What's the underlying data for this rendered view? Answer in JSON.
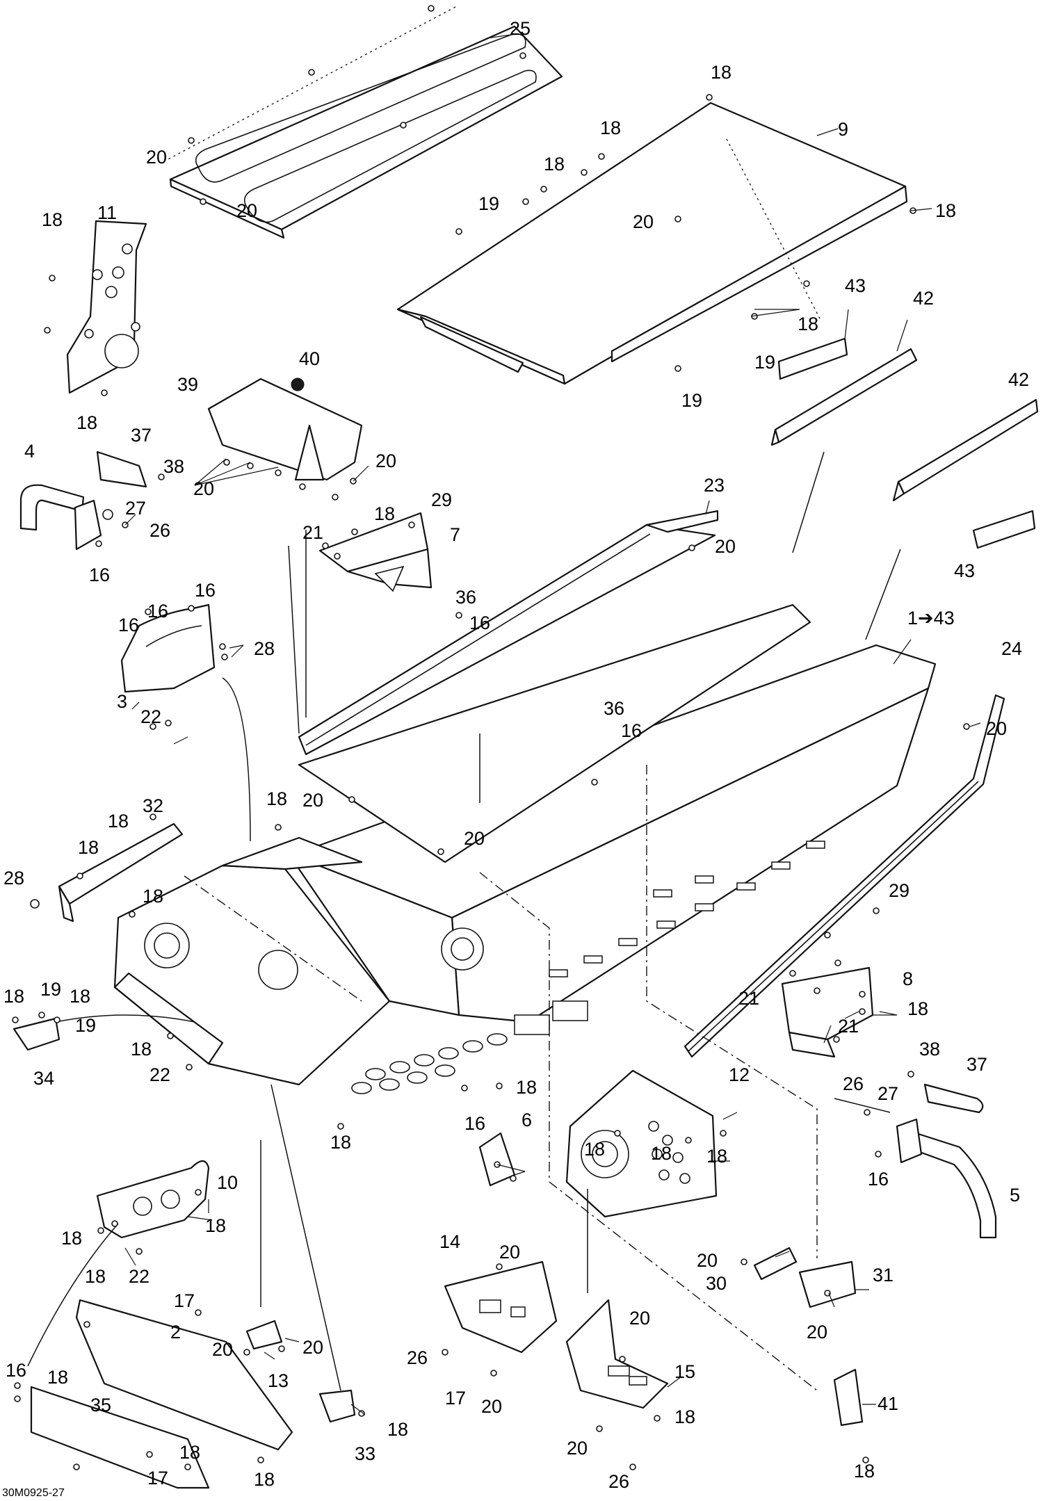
{
  "figure": {
    "reference_code": "30M0925-27"
  },
  "callouts": [
    {
      "id": "c25",
      "label": "25"
    },
    {
      "id": "c20a",
      "label": "20"
    },
    {
      "id": "c20b",
      "label": "20"
    },
    {
      "id": "c18a",
      "label": "18"
    },
    {
      "id": "c9",
      "label": "9"
    },
    {
      "id": "c18b",
      "label": "18"
    },
    {
      "id": "c18c",
      "label": "18"
    },
    {
      "id": "c19a",
      "label": "19"
    },
    {
      "id": "c20c",
      "label": "20"
    },
    {
      "id": "c18d",
      "label": "18"
    },
    {
      "id": "c11",
      "label": "11"
    },
    {
      "id": "c18e",
      "label": "18"
    },
    {
      "id": "c18f",
      "label": "18"
    },
    {
      "id": "c43a",
      "label": "43"
    },
    {
      "id": "c42a",
      "label": "42"
    },
    {
      "id": "c18g",
      "label": "18"
    },
    {
      "id": "c19b",
      "label": "19"
    },
    {
      "id": "c19c",
      "label": "19"
    },
    {
      "id": "c40",
      "label": "40"
    },
    {
      "id": "c39",
      "label": "39"
    },
    {
      "id": "c42b",
      "label": "42"
    },
    {
      "id": "c4",
      "label": "4"
    },
    {
      "id": "c37a",
      "label": "37"
    },
    {
      "id": "c38a",
      "label": "38"
    },
    {
      "id": "c20d",
      "label": "20"
    },
    {
      "id": "c20e",
      "label": "20"
    },
    {
      "id": "c27a",
      "label": "27"
    },
    {
      "id": "c26a",
      "label": "26"
    },
    {
      "id": "c16a",
      "label": "16"
    },
    {
      "id": "c23",
      "label": "23"
    },
    {
      "id": "c18h",
      "label": "18"
    },
    {
      "id": "c29a",
      "label": "29"
    },
    {
      "id": "c21a",
      "label": "21"
    },
    {
      "id": "c7",
      "label": "7"
    },
    {
      "id": "c43b",
      "label": "43"
    },
    {
      "id": "c20f",
      "label": "20"
    },
    {
      "id": "c36a",
      "label": "36"
    },
    {
      "id": "c16b",
      "label": "16"
    },
    {
      "id": "c16c",
      "label": "16"
    },
    {
      "id": "c16d",
      "label": "16"
    },
    {
      "id": "c16e",
      "label": "16"
    },
    {
      "id": "c28a",
      "label": "28"
    },
    {
      "id": "c1to43",
      "label": "1➔43"
    },
    {
      "id": "c3",
      "label": "3"
    },
    {
      "id": "c22a",
      "label": "22"
    },
    {
      "id": "c24",
      "label": "24"
    },
    {
      "id": "c36b",
      "label": "36"
    },
    {
      "id": "c16f",
      "label": "16"
    },
    {
      "id": "c20g",
      "label": "20"
    },
    {
      "id": "c18i",
      "label": "18"
    },
    {
      "id": "c20h",
      "label": "20"
    },
    {
      "id": "c32",
      "label": "32"
    },
    {
      "id": "c18j",
      "label": "18"
    },
    {
      "id": "c20i",
      "label": "20"
    },
    {
      "id": "c18k",
      "label": "18"
    },
    {
      "id": "c28b",
      "label": "28"
    },
    {
      "id": "c18l",
      "label": "18"
    },
    {
      "id": "c29b",
      "label": "29"
    },
    {
      "id": "c8",
      "label": "8"
    },
    {
      "id": "c21b",
      "label": "21"
    },
    {
      "id": "c18m",
      "label": "18"
    },
    {
      "id": "c21c",
      "label": "21"
    },
    {
      "id": "c18n",
      "label": "18"
    },
    {
      "id": "c19d",
      "label": "19"
    },
    {
      "id": "c18o",
      "label": "18"
    },
    {
      "id": "c19e",
      "label": "19"
    },
    {
      "id": "c34",
      "label": "34"
    },
    {
      "id": "c18p",
      "label": "18"
    },
    {
      "id": "c22b",
      "label": "22"
    },
    {
      "id": "c12",
      "label": "12"
    },
    {
      "id": "c18q",
      "label": "18"
    },
    {
      "id": "c38b",
      "label": "38"
    },
    {
      "id": "c37b",
      "label": "37"
    },
    {
      "id": "c26b",
      "label": "26"
    },
    {
      "id": "c27b",
      "label": "27"
    },
    {
      "id": "c16g",
      "label": "16"
    },
    {
      "id": "c6",
      "label": "6"
    },
    {
      "id": "c18r",
      "label": "18"
    },
    {
      "id": "c18s",
      "label": "18"
    },
    {
      "id": "c18t",
      "label": "18"
    },
    {
      "id": "c18u",
      "label": "18"
    },
    {
      "id": "c16h",
      "label": "16"
    },
    {
      "id": "c5",
      "label": "5"
    },
    {
      "id": "c10",
      "label": "10"
    },
    {
      "id": "c18v",
      "label": "18"
    },
    {
      "id": "c18w",
      "label": "18"
    },
    {
      "id": "c18x",
      "label": "18"
    },
    {
      "id": "c22c",
      "label": "22"
    },
    {
      "id": "c20j",
      "label": "20"
    },
    {
      "id": "c30",
      "label": "30"
    },
    {
      "id": "c31",
      "label": "31"
    },
    {
      "id": "c20k",
      "label": "20"
    },
    {
      "id": "c14",
      "label": "14"
    },
    {
      "id": "c20l",
      "label": "20"
    },
    {
      "id": "c17a",
      "label": "17"
    },
    {
      "id": "c2",
      "label": "2"
    },
    {
      "id": "c20m",
      "label": "20"
    },
    {
      "id": "c20n",
      "label": "20"
    },
    {
      "id": "c13",
      "label": "13"
    },
    {
      "id": "c26c",
      "label": "26"
    },
    {
      "id": "c20o",
      "label": "20"
    },
    {
      "id": "c15",
      "label": "15"
    },
    {
      "id": "c16i",
      "label": "16"
    },
    {
      "id": "c18y",
      "label": "18"
    },
    {
      "id": "c35",
      "label": "35"
    },
    {
      "id": "c17b",
      "label": "17"
    },
    {
      "id": "c20p",
      "label": "20"
    },
    {
      "id": "c18z",
      "label": "18"
    },
    {
      "id": "c41",
      "label": "41"
    },
    {
      "id": "c33",
      "label": "33"
    },
    {
      "id": "c18aa",
      "label": "18"
    },
    {
      "id": "c20q",
      "label": "20"
    },
    {
      "id": "c18ab",
      "label": "18"
    },
    {
      "id": "c17c",
      "label": "17"
    },
    {
      "id": "c18ac",
      "label": "18"
    },
    {
      "id": "c18ad",
      "label": "18"
    },
    {
      "id": "c26d",
      "label": "26"
    }
  ]
}
